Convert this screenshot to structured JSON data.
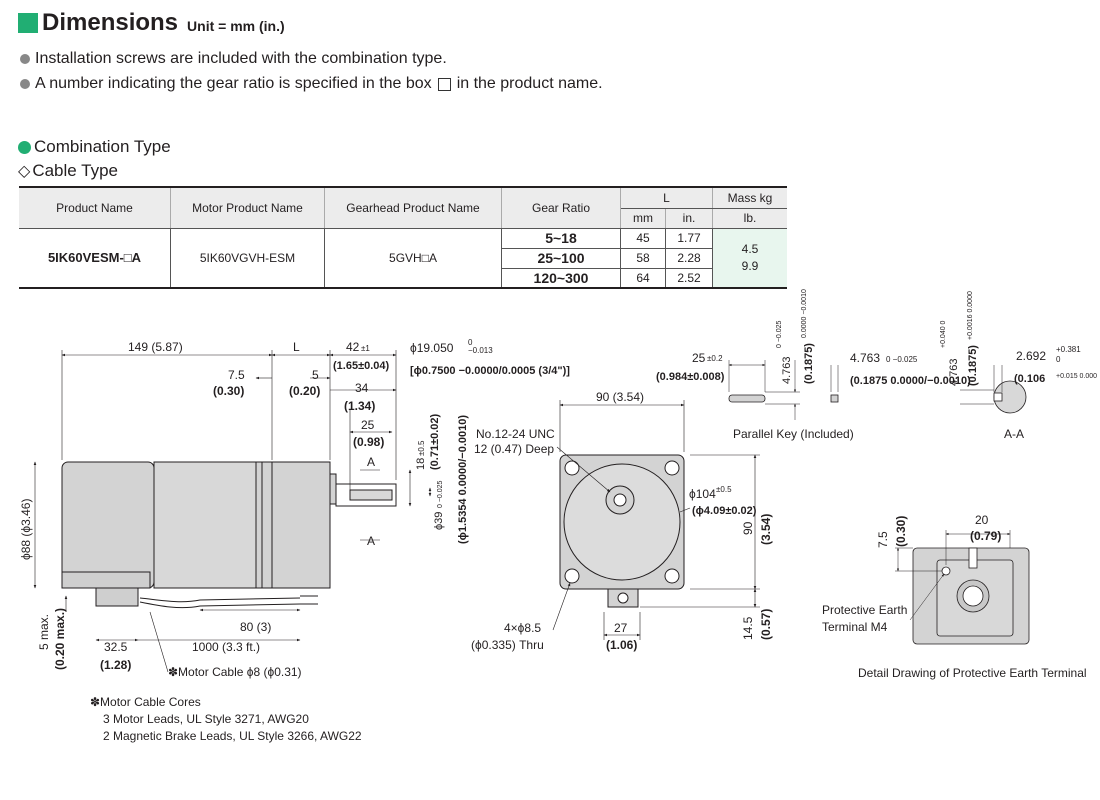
{
  "header": {
    "title": "Dimensions",
    "unit": "Unit = mm (in.)"
  },
  "notes": [
    "Installation screws are included with the combination type.",
    "A number indicating the gear ratio is specified in the box",
    "in the product name."
  ],
  "section": {
    "combination": "Combination Type",
    "cable": "Cable Type"
  },
  "table": {
    "headers": {
      "product": "Product Name",
      "motor": "Motor Product Name",
      "gearhead": "Gearhead Product Name",
      "ratio": "Gear Ratio",
      "l": "L",
      "mass": "Mass kg",
      "mm": "mm",
      "in": "in.",
      "lb": "lb."
    },
    "product": "5IK60VESM-□A",
    "motor": "5IK60VGVH-ESM",
    "gearhead": "5GVH□A",
    "rows": [
      {
        "ratio": "5~18",
        "mm": "45",
        "in": "1.77"
      },
      {
        "ratio": "25~100",
        "mm": "58",
        "in": "2.28"
      },
      {
        "ratio": "120~300",
        "mm": "64",
        "in": "2.52"
      }
    ],
    "mass": [
      "4.5",
      "9.9"
    ]
  },
  "drawing": {
    "dims": {
      "len149": "149 (5.87)",
      "l": "L",
      "d42": "42",
      "d42tol": "±1",
      "d42in": "(1.65±0.04)",
      "d7_5": "7.5",
      "d7_5in": "(0.30)",
      "d5": "5",
      "d5in": "(0.20)",
      "d34": "34",
      "d34in": "(1.34)",
      "d25": "25",
      "d25in": "(0.98)",
      "secA": "A",
      "phi19": "ϕ19.050",
      "phi19tol1": "0",
      "phi19tol2": "−0.013",
      "phi19in": "[ϕ0.7500 −0.0000/0.0005 (3/4\")]",
      "d18": "18",
      "d18tol": "±0.5",
      "d18in": "(0.71±0.02)",
      "phi39": "ϕ39",
      "phi39tol": "0 −0.025",
      "phi39in": "(ϕ1.5354 0.0000/−0.0010)",
      "phi88": "ϕ88 (ϕ3.46)",
      "d5max": "5 max.",
      "d5maxin": "(0.20 max.)",
      "d80": "80 (3)",
      "d1000": "1000 (3.3 ft.)",
      "d32_5": "32.5",
      "d32_5in": "(1.28)",
      "cable": "✽Motor Cable ϕ8 (ϕ0.31)",
      "d90top": "90 (3.54)",
      "unc": "No.12-24 UNC",
      "deep": "12 (0.47) Deep",
      "phi104": "ϕ104",
      "phi104tol": "±0.5",
      "phi104in": "(ϕ4.09±0.02)",
      "d90side": "90",
      "d90sidein": "(3.54)",
      "holes": "4×ϕ8.5",
      "holesin": "(ϕ0.335) Thru",
      "d27": "27",
      "d27in": "(1.06)",
      "d14_5": "14.5",
      "d14_5in": "(0.57)",
      "key25": "25",
      "key25tol": "±0.2",
      "key25in": "(0.984±0.008)",
      "key4763": "4.763",
      "key4763tol": "0 −0.025",
      "key01875": "(0.1875)",
      "key01875tol": "0.0000 −0.0010",
      "keyw": "4.763",
      "keywtol": "0 −0.025",
      "keywin": "(0.1875 0.0000/−0.0010)",
      "aa4763": "4.763",
      "aa4763tol": "+0.040 0",
      "aa01875": "(0.1875)",
      "aa01875tol": "+0.0016 0.0000",
      "aa2692": "2.692",
      "aa2692tol1": "+0.381",
      "aa2692tol2": "0",
      "aa0106": "(0.106",
      "aa0106tol": "+0.015 0.000",
      "pe20": "20",
      "pe20in": "(0.79)",
      "pe7_5": "7.5",
      "pe7_5in": "(0.30)"
    },
    "captions": {
      "key": "Parallel Key (Included)",
      "aa": "A-A",
      "pe1": "Protective Earth",
      "pe2": "Terminal M4",
      "detail": "Detail Drawing of Protective Earth Terminal"
    }
  },
  "footnote": {
    "title": "✽Motor Cable Cores",
    "lines": [
      "3 Motor Leads, UL Style 3271, AWG20",
      "2 Magnetic Brake Leads, UL Style 3266, AWG22"
    ]
  }
}
